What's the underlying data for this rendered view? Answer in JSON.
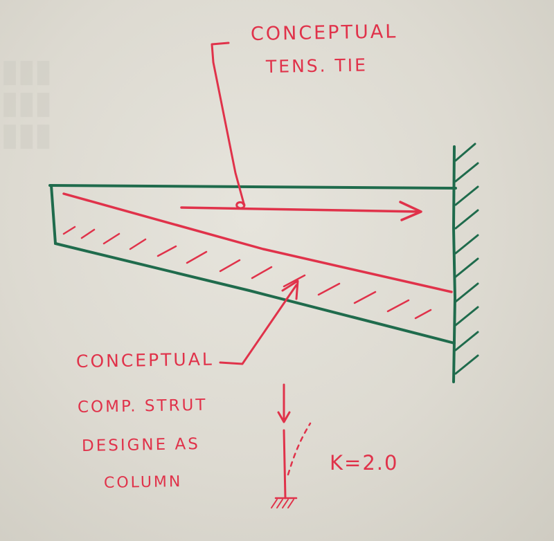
{
  "annotations": {
    "tension_tie_line1": "CONCEPTUAL",
    "tension_tie_line2": "TENS. TIE",
    "strut_line1": "CONCEPTUAL",
    "strut_line2": "COMP. STRUT",
    "strut_line3": "DESIGNE AS",
    "strut_line4": "COLUMN",
    "k_factor": "K=2.0"
  },
  "colors": {
    "member_ink": "#1f6b4c",
    "annotation_ink": "#e0324a",
    "paper": "#e2dfd7"
  }
}
